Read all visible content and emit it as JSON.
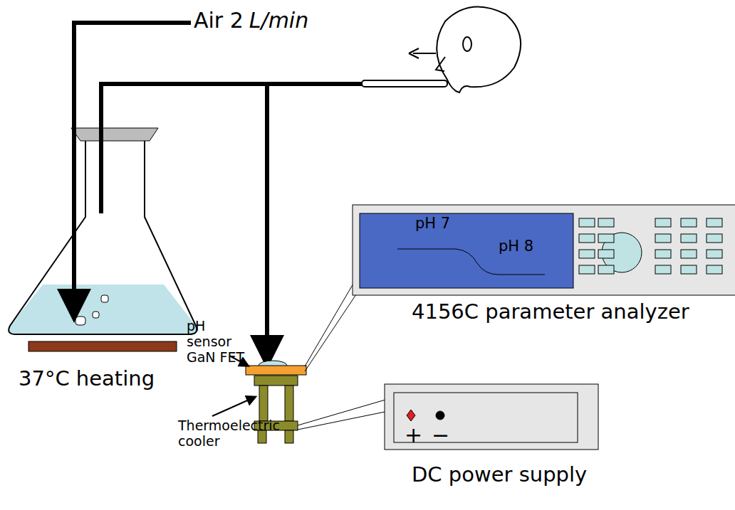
{
  "diagram": {
    "nodes": [
      {
        "text": [
          "pH 7",
          "pH 8",
          "4156C parameter analyzer"
        ]
      },
      {
        "text": [
          "+",
          "−",
          "DC power supply"
        ]
      }
    ],
    "labels": [
      "Air 2",
      "L/min",
      "37°C heating",
      "pH sensor GaN FET",
      "Thermoelectric cooler"
    ]
  }
}
